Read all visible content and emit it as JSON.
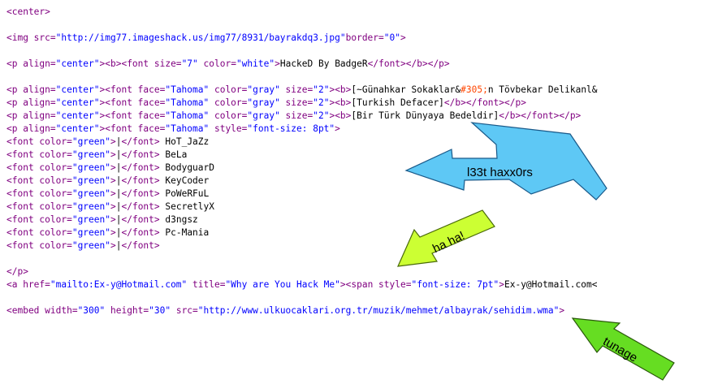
{
  "source": {
    "lines": [
      [
        {
          "c": "t",
          "s": "<center>"
        }
      ],
      [],
      [
        {
          "c": "t",
          "s": "<img src="
        },
        {
          "c": "v",
          "s": "\"http://img77.imageshack.us/img77/8931/bayrakdq3.jpg\""
        },
        {
          "c": "t",
          "s": "border="
        },
        {
          "c": "v",
          "s": "\"0\""
        },
        {
          "c": "t",
          "s": ">"
        }
      ],
      [],
      [
        {
          "c": "t",
          "s": "<p align="
        },
        {
          "c": "v",
          "s": "\"center\""
        },
        {
          "c": "t",
          "s": "><b><font size="
        },
        {
          "c": "v",
          "s": "\"7\""
        },
        {
          "c": "t",
          "s": " color="
        },
        {
          "c": "v",
          "s": "\"white\""
        },
        {
          "c": "t",
          "s": ">"
        },
        {
          "c": "txt",
          "s": "HackeD By BadgeR"
        },
        {
          "c": "t",
          "s": "</font></b></p>"
        }
      ],
      [],
      [
        {
          "c": "t",
          "s": "<p align="
        },
        {
          "c": "v",
          "s": "\"center\""
        },
        {
          "c": "t",
          "s": "><font face="
        },
        {
          "c": "v",
          "s": "\"Tahoma\""
        },
        {
          "c": "t",
          "s": " color="
        },
        {
          "c": "v",
          "s": "\"gray\""
        },
        {
          "c": "t",
          "s": " size="
        },
        {
          "c": "v",
          "s": "\"2\""
        },
        {
          "c": "t",
          "s": "><b>"
        },
        {
          "c": "txt",
          "s": "[~Günahkar Sokaklar&"
        },
        {
          "c": "ent",
          "s": "#305;"
        },
        {
          "c": "txt",
          "s": "n Tövbekar Delikanl&"
        }
      ],
      [
        {
          "c": "t",
          "s": "<p align="
        },
        {
          "c": "v",
          "s": "\"center\""
        },
        {
          "c": "t",
          "s": "><font face="
        },
        {
          "c": "v",
          "s": "\"Tahoma\""
        },
        {
          "c": "t",
          "s": " color="
        },
        {
          "c": "v",
          "s": "\"gray\""
        },
        {
          "c": "t",
          "s": " size="
        },
        {
          "c": "v",
          "s": "\"2\""
        },
        {
          "c": "t",
          "s": "><b>"
        },
        {
          "c": "txt",
          "s": "[Turkish Defacer]"
        },
        {
          "c": "t",
          "s": "</b></font></p>"
        }
      ],
      [
        {
          "c": "t",
          "s": "<p align="
        },
        {
          "c": "v",
          "s": "\"center\""
        },
        {
          "c": "t",
          "s": "><font face="
        },
        {
          "c": "v",
          "s": "\"Tahoma\""
        },
        {
          "c": "t",
          "s": " color="
        },
        {
          "c": "v",
          "s": "\"gray\""
        },
        {
          "c": "t",
          "s": " size="
        },
        {
          "c": "v",
          "s": "\"2\""
        },
        {
          "c": "t",
          "s": "><b>"
        },
        {
          "c": "txt",
          "s": "[Bir Türk Dünyaya Bedeldir]"
        },
        {
          "c": "t",
          "s": "</b></font></p>"
        }
      ],
      [
        {
          "c": "t",
          "s": "<p align="
        },
        {
          "c": "v",
          "s": "\"center\""
        },
        {
          "c": "t",
          "s": "><font face="
        },
        {
          "c": "v",
          "s": "\"Tahoma\""
        },
        {
          "c": "t",
          "s": " style="
        },
        {
          "c": "v",
          "s": "\"font-size: 8pt\""
        },
        {
          "c": "t",
          "s": ">"
        }
      ],
      [
        {
          "c": "t",
          "s": "<font color="
        },
        {
          "c": "v",
          "s": "\"green\""
        },
        {
          "c": "t",
          "s": ">"
        },
        {
          "c": "txt",
          "s": "|"
        },
        {
          "c": "t",
          "s": "</font>"
        },
        {
          "c": "txt",
          "s": " HoT_JaZz"
        }
      ],
      [
        {
          "c": "t",
          "s": "<font color="
        },
        {
          "c": "v",
          "s": "\"green\""
        },
        {
          "c": "t",
          "s": ">"
        },
        {
          "c": "txt",
          "s": "|"
        },
        {
          "c": "t",
          "s": "</font>"
        },
        {
          "c": "txt",
          "s": " BeLa"
        }
      ],
      [
        {
          "c": "t",
          "s": "<font color="
        },
        {
          "c": "v",
          "s": "\"green\""
        },
        {
          "c": "t",
          "s": ">"
        },
        {
          "c": "txt",
          "s": "|"
        },
        {
          "c": "t",
          "s": "</font>"
        },
        {
          "c": "txt",
          "s": " BodyguarD"
        }
      ],
      [
        {
          "c": "t",
          "s": "<font color="
        },
        {
          "c": "v",
          "s": "\"green\""
        },
        {
          "c": "t",
          "s": ">"
        },
        {
          "c": "txt",
          "s": "|"
        },
        {
          "c": "t",
          "s": "</font>"
        },
        {
          "c": "txt",
          "s": " KeyCoder"
        }
      ],
      [
        {
          "c": "t",
          "s": "<font color="
        },
        {
          "c": "v",
          "s": "\"green\""
        },
        {
          "c": "t",
          "s": ">"
        },
        {
          "c": "txt",
          "s": "|"
        },
        {
          "c": "t",
          "s": "</font>"
        },
        {
          "c": "txt",
          "s": " PoWeRFuL"
        }
      ],
      [
        {
          "c": "t",
          "s": "<font color="
        },
        {
          "c": "v",
          "s": "\"green\""
        },
        {
          "c": "t",
          "s": ">"
        },
        {
          "c": "txt",
          "s": "|"
        },
        {
          "c": "t",
          "s": "</font>"
        },
        {
          "c": "txt",
          "s": " SecretlyX"
        }
      ],
      [
        {
          "c": "t",
          "s": "<font color="
        },
        {
          "c": "v",
          "s": "\"green\""
        },
        {
          "c": "t",
          "s": ">"
        },
        {
          "c": "txt",
          "s": "|"
        },
        {
          "c": "t",
          "s": "</font>"
        },
        {
          "c": "txt",
          "s": " d3ngsz"
        }
      ],
      [
        {
          "c": "t",
          "s": "<font color="
        },
        {
          "c": "v",
          "s": "\"green\""
        },
        {
          "c": "t",
          "s": ">"
        },
        {
          "c": "txt",
          "s": "|"
        },
        {
          "c": "t",
          "s": "</font>"
        },
        {
          "c": "txt",
          "s": " Pc-Mania"
        }
      ],
      [
        {
          "c": "t",
          "s": "<font color="
        },
        {
          "c": "v",
          "s": "\"green\""
        },
        {
          "c": "t",
          "s": ">"
        },
        {
          "c": "txt",
          "s": "|"
        },
        {
          "c": "t",
          "s": "</font>"
        }
      ],
      [],
      [
        {
          "c": "t",
          "s": "</p>"
        }
      ],
      [
        {
          "c": "t",
          "s": "<a href="
        },
        {
          "c": "v",
          "s": "\"mailto:Ex-y@Hotmail.com\""
        },
        {
          "c": "t",
          "s": " title="
        },
        {
          "c": "v",
          "s": "\"Why are You Hack Me\""
        },
        {
          "c": "t",
          "s": "><span style="
        },
        {
          "c": "v",
          "s": "\"font-size: 7pt\""
        },
        {
          "c": "t",
          "s": ">"
        },
        {
          "c": "txt",
          "s": "Ex-y@Hotmail.com<"
        }
      ],
      [],
      [
        {
          "c": "t",
          "s": "<embed width="
        },
        {
          "c": "v",
          "s": "\"300\""
        },
        {
          "c": "t",
          "s": " height="
        },
        {
          "c": "v",
          "s": "\"30\""
        },
        {
          "c": "t",
          "s": " src="
        },
        {
          "c": "v",
          "s": "\"http://www.ulkuocaklari.org.tr/muzik/mehmet/albayrak/sehidim.wma\""
        },
        {
          "c": "t",
          "s": ">"
        }
      ]
    ]
  },
  "annotations": {
    "arrow1_label": "l33t haxx0rs",
    "arrow2_label": "ha ha!",
    "arrow3_label": "tunage",
    "arrow1_color": "#5ec8f5",
    "arrow2_color": "#ccff33",
    "arrow3_color": "#66dd22"
  }
}
